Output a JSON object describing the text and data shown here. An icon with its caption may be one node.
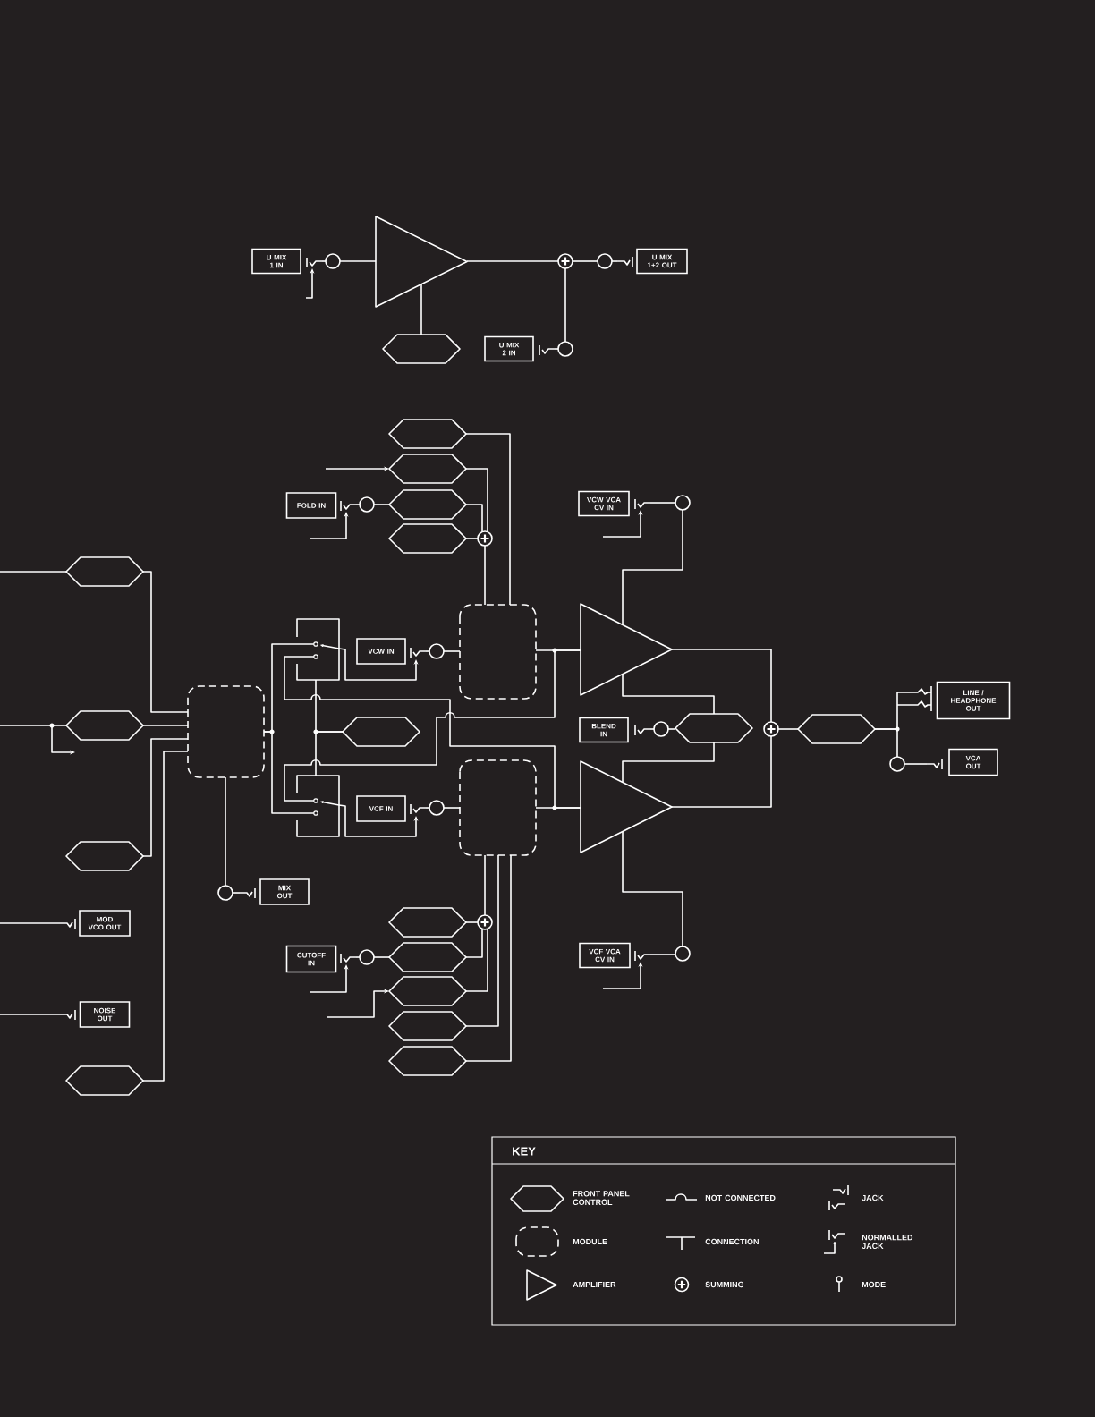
{
  "diagram": {
    "nodes": [
      {
        "text": [
          "U MIX 1 IN"
        ]
      },
      {
        "text": [],
        "shape": "jack"
      },
      {
        "text": [],
        "shape": "circle"
      },
      {
        "text": [],
        "shape": "triangle"
      },
      {
        "text": [],
        "shape": "hexagon"
      },
      {
        "text": [],
        "shape": "summing"
      },
      {
        "text": [],
        "shape": "circle"
      },
      {
        "text": [],
        "shape": "jack"
      },
      {
        "text": [
          "U MIX 1+2 OUT"
        ]
      },
      {
        "text": [
          "U MIX 2 IN"
        ]
      },
      {
        "text": [],
        "shape": "jack"
      },
      {
        "text": [],
        "shape": "circle"
      },
      {
        "text": [],
        "shape": "hexagon"
      },
      {
        "text": [],
        "shape": "hexagon"
      },
      {
        "text": [
          "FOLD IN"
        ]
      },
      {
        "text": [],
        "shape": "jack"
      },
      {
        "text": [],
        "shape": "circle"
      },
      {
        "text": [],
        "shape": "hexagon"
      },
      {
        "text": [],
        "shape": "hexagon"
      },
      {
        "text": [],
        "shape": "summing"
      },
      {
        "text": [],
        "shape": "box"
      },
      {
        "text": [],
        "shape": "hexagon"
      },
      {
        "text": [],
        "shape": "hexagon"
      },
      {
        "text": [],
        "shape": "hexagon"
      },
      {
        "text": [],
        "shape": "jack"
      },
      {
        "text": [
          "MOD VCO OUT"
        ]
      },
      {
        "text": [],
        "shape": "jack"
      },
      {
        "text": [
          "NOISE OUT"
        ]
      },
      {
        "text": [],
        "shape": "hexagon"
      },
      {
        "text": [],
        "shape": "box"
      },
      {
        "text": [],
        "shape": "switch"
      },
      {
        "text": [
          "VCW IN"
        ]
      },
      {
        "text": [],
        "shape": "jack"
      },
      {
        "text": [],
        "shape": "circle"
      },
      {
        "text": [],
        "shape": "hexagon"
      },
      {
        "text": [],
        "shape": "switch"
      },
      {
        "text": [
          "VCF IN"
        ]
      },
      {
        "text": [],
        "shape": "jack"
      },
      {
        "text": [],
        "shape": "circle"
      },
      {
        "text": [],
        "shape": "box"
      },
      {
        "text": [
          "MIX OUT"
        ]
      },
      {
        "text": [],
        "shape": "circle"
      },
      {
        "text": [],
        "shape": "jack"
      },
      {
        "text": [],
        "shape": "summing"
      },
      {
        "text": [],
        "shape": "hexagon"
      },
      {
        "text": [
          "CUTOFF IN"
        ]
      },
      {
        "text": [],
        "shape": "jack"
      },
      {
        "text": [],
        "shape": "circle"
      },
      {
        "text": [],
        "shape": "hexagon"
      },
      {
        "text": [],
        "shape": "hexagon"
      },
      {
        "text": [],
        "shape": "hexagon"
      },
      {
        "text": [],
        "shape": "hexagon"
      },
      {
        "text": [
          "VCW VCA CV IN"
        ]
      },
      {
        "text": [],
        "shape": "jack"
      },
      {
        "text": [],
        "shape": "circle"
      },
      {
        "text": [],
        "shape": "triangle"
      },
      {
        "text": [
          "BLEND IN"
        ]
      },
      {
        "text": [],
        "shape": "jack"
      },
      {
        "text": [],
        "shape": "circle"
      },
      {
        "text": [],
        "shape": "hexagon"
      },
      {
        "text": [],
        "shape": "triangle"
      },
      {
        "text": [],
        "shape": "summing"
      },
      {
        "text": [],
        "shape": "hexagon"
      },
      {
        "text": [],
        "shape": "jack"
      },
      {
        "text": [
          "LINE / HEADPHONE OUT"
        ]
      },
      {
        "text": [],
        "shape": "circle"
      },
      {
        "text": [],
        "shape": "jack"
      },
      {
        "text": [
          "VCA OUT"
        ]
      },
      {
        "text": [
          "VCF VCA CV IN"
        ]
      },
      {
        "text": [],
        "shape": "jack"
      },
      {
        "text": [],
        "shape": "circle"
      }
    ],
    "edges": [
      {
        "from": null,
        "to": 1,
        "arrow": "to"
      },
      {
        "from": 1,
        "to": 2,
        "arrow": "none"
      },
      {
        "from": 2,
        "to": 3,
        "arrow": "none"
      },
      {
        "from": 4,
        "to": 3,
        "arrow": "none"
      },
      {
        "from": 3,
        "to": 5,
        "arrow": "none"
      },
      {
        "from": 5,
        "to": 6,
        "arrow": "none"
      },
      {
        "from": 6,
        "to": 7,
        "arrow": "none"
      },
      {
        "from": 10,
        "to": 11,
        "arrow": "none"
      },
      {
        "from": 11,
        "to": 5,
        "arrow": "none"
      },
      {
        "from": null,
        "to": 13,
        "arrow": "to"
      },
      {
        "from": 12,
        "to": 20,
        "arrow": "none"
      },
      {
        "from": 13,
        "to": 19,
        "arrow": "none"
      },
      {
        "from": null,
        "to": 15,
        "arrow": "to"
      },
      {
        "from": 15,
        "to": 16,
        "arrow": "none"
      },
      {
        "from": 16,
        "to": 17,
        "arrow": "none"
      },
      {
        "from": 17,
        "to": 19,
        "arrow": "none"
      },
      {
        "from": 18,
        "to": 19,
        "arrow": "none"
      },
      {
        "from": 19,
        "to": 20,
        "arrow": "none"
      },
      {
        "from": null,
        "to": 21,
        "arrow": "none"
      },
      {
        "from": 21,
        "to": 29,
        "arrow": "none"
      },
      {
        "from": null,
        "to": 22,
        "arrow": "none"
      },
      {
        "from": 22,
        "to": 29,
        "arrow": "none"
      },
      {
        "from": 23,
        "to": 29,
        "arrow": "none"
      },
      {
        "from": null,
        "to": 24,
        "arrow": "none"
      },
      {
        "from": null,
        "to": 26,
        "arrow": "none"
      },
      {
        "from": 28,
        "to": 29,
        "arrow": "none"
      },
      {
        "from": 29,
        "to": 30,
        "arrow": "none"
      },
      {
        "from": 29,
        "to": 35,
        "arrow": "none"
      },
      {
        "from": 34,
        "to": 30,
        "arrow": "none"
      },
      {
        "from": 34,
        "to": 35,
        "arrow": "none"
      },
      {
        "from": 30,
        "to": 32,
        "arrow": "to"
      },
      {
        "from": 32,
        "to": 33,
        "arrow": "none"
      },
      {
        "from": 33,
        "to": 20,
        "arrow": "none"
      },
      {
        "from": 35,
        "to": 37,
        "arrow": "to"
      },
      {
        "from": 37,
        "to": 38,
        "arrow": "none"
      },
      {
        "from": 38,
        "to": 39,
        "arrow": "none"
      },
      {
        "from": 30,
        "to": 60,
        "arrow": "none"
      },
      {
        "from": 35,
        "to": 55,
        "arrow": "none"
      },
      {
        "from": 20,
        "to": 55,
        "arrow": "none"
      },
      {
        "from": 39,
        "to": 60,
        "arrow": "none"
      },
      {
        "from": 29,
        "to": 41,
        "arrow": "none"
      },
      {
        "from": 41,
        "to": 42,
        "arrow": "none"
      },
      {
        "from": 43,
        "to": 39,
        "arrow": "none"
      },
      {
        "from": 44,
        "to": 43,
        "arrow": "none"
      },
      {
        "from": null,
        "to": 46,
        "arrow": "to"
      },
      {
        "from": 46,
        "to": 47,
        "arrow": "none"
      },
      {
        "from": 47,
        "to": 48,
        "arrow": "none"
      },
      {
        "from": 48,
        "to": 43,
        "arrow": "none"
      },
      {
        "from": null,
        "to": 49,
        "arrow": "to"
      },
      {
        "from": 49,
        "to": 43,
        "arrow": "none"
      },
      {
        "from": 50,
        "to": 39,
        "arrow": "none"
      },
      {
        "from": 51,
        "to": 39,
        "arrow": "none"
      },
      {
        "from": null,
        "to": 53,
        "arrow": "to"
      },
      {
        "from": 53,
        "to": 54,
        "arrow": "none"
      },
      {
        "from": 54,
        "to": 55,
        "arrow": "none"
      },
      {
        "from": 57,
        "to": 58,
        "arrow": "none"
      },
      {
        "from": 58,
        "to": 59,
        "arrow": "none"
      },
      {
        "from": 59,
        "to": 55,
        "arrow": "none"
      },
      {
        "from": 59,
        "to": 60,
        "arrow": "none"
      },
      {
        "from": 55,
        "to": 61,
        "arrow": "none"
      },
      {
        "from": 60,
        "to": 61,
        "arrow": "none"
      },
      {
        "from": 61,
        "to": 62,
        "arrow": "none"
      },
      {
        "from": 62,
        "to": 63,
        "arrow": "none"
      },
      {
        "from": 62,
        "to": 65,
        "arrow": "none"
      },
      {
        "from": 65,
        "to": 66,
        "arrow": "none"
      },
      {
        "from": null,
        "to": 69,
        "arrow": "to"
      },
      {
        "from": 69,
        "to": 70,
        "arrow": "none"
      },
      {
        "from": 70,
        "to": 60,
        "arrow": "none"
      }
    ],
    "labels": [
      "KEY"
    ],
    "legend": [
      {
        "text": "FRONT PANEL CONTROL"
      },
      {
        "text": "NOT CONNECTED"
      },
      {
        "text": "JACK"
      },
      {
        "text": "MODULE"
      },
      {
        "text": "CONNECTION"
      },
      {
        "text": "NORMALLED JACK"
      },
      {
        "text": "AMPLIFIER"
      },
      {
        "text": "SUMMING"
      },
      {
        "text": "MODE"
      }
    ]
  }
}
